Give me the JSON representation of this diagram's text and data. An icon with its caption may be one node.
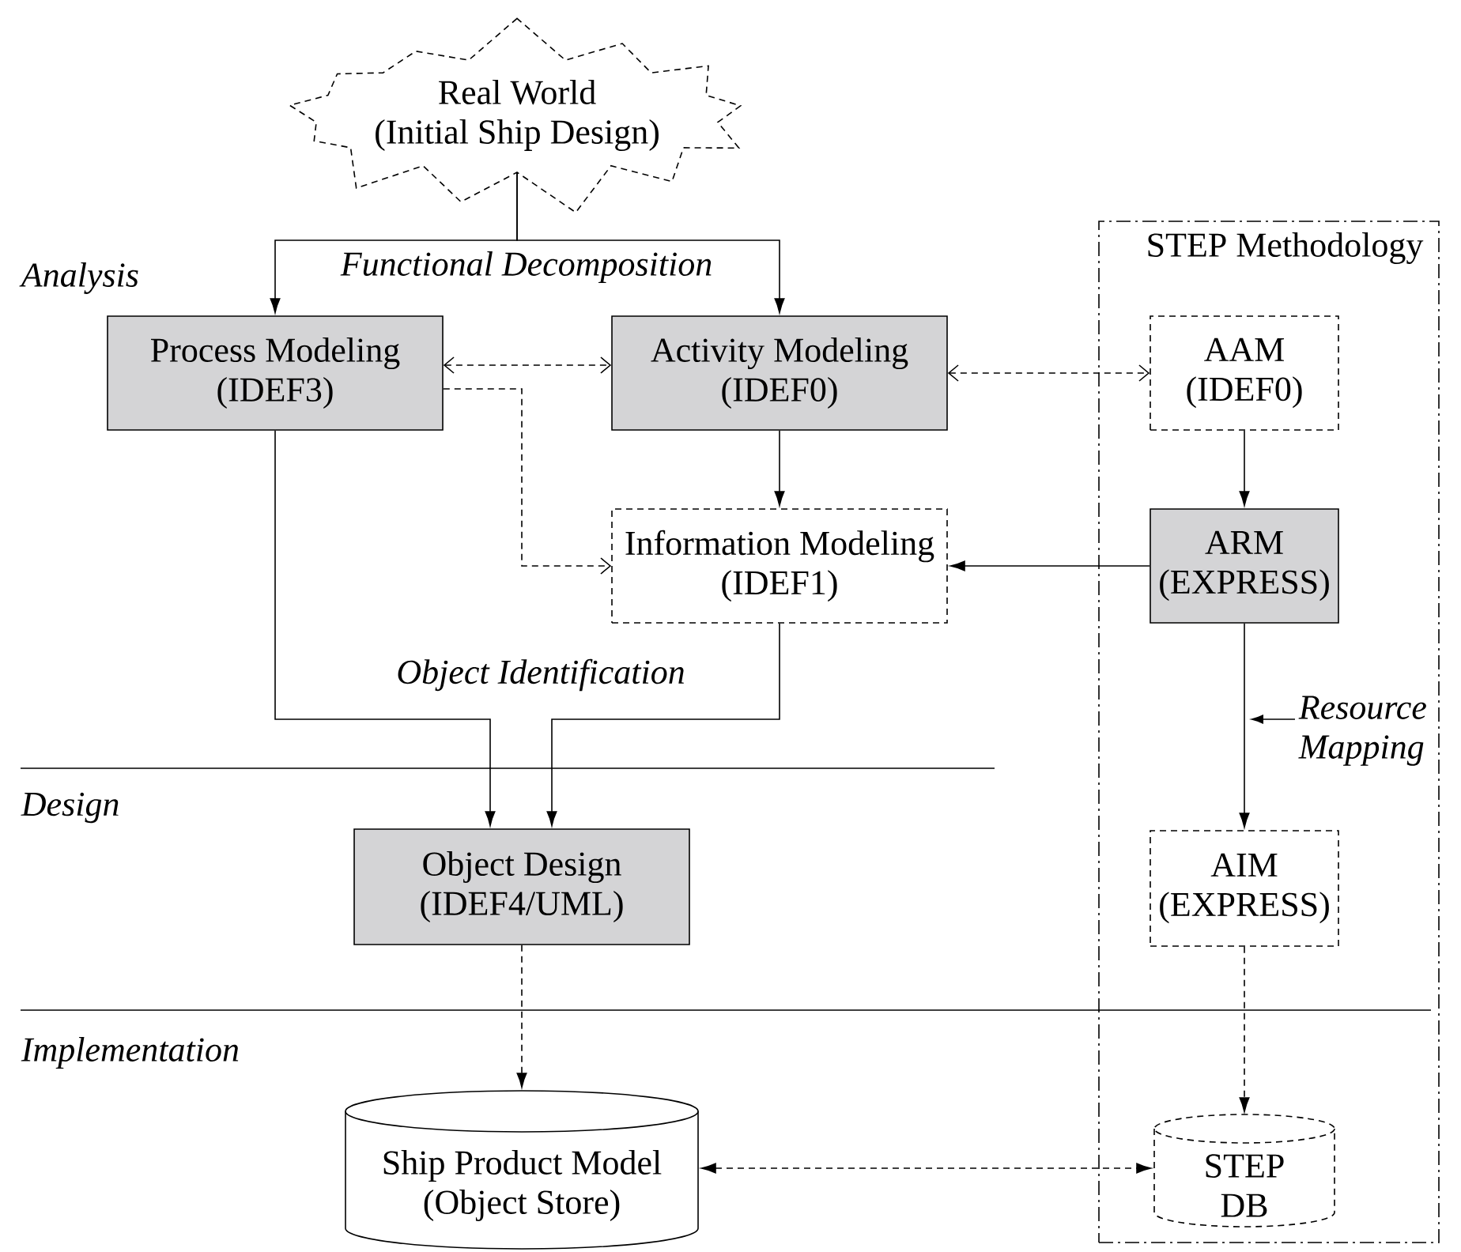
{
  "diagram": {
    "nodes": [
      {
        "text": [
          "Real World",
          "(Initial Ship Design)"
        ]
      },
      {
        "text": [
          "Process Modeling",
          "(IDEF3)"
        ]
      },
      {
        "text": [
          "Activity Modeling",
          "(IDEF0)"
        ]
      },
      {
        "text": [
          "STEP Methodology"
        ]
      },
      {
        "text": [
          "AAM",
          "(IDEF0)"
        ],
        "in": 3
      },
      {
        "text": [
          "Information Modeling",
          "(IDEF1)"
        ]
      },
      {
        "text": [
          "ARM",
          "(EXPRESS)"
        ],
        "in": 3
      },
      {
        "text": [
          "Object Design",
          "(IDEF4/UML)"
        ]
      },
      {
        "text": [
          "AIM",
          "(EXPRESS)"
        ],
        "in": 3
      },
      {
        "text": [
          "Ship Product Model",
          "(Object Store)"
        ]
      },
      {
        "text": [
          "STEP DB"
        ],
        "in": 3
      }
    ],
    "edges": [
      {
        "from": 0,
        "to": 1,
        "arrow": "to"
      },
      {
        "from": 0,
        "to": 2,
        "arrow": "to"
      },
      {
        "from": 1,
        "to": 2,
        "arrow": "both",
        "style": "dashed"
      },
      {
        "from": 2,
        "to": 4,
        "arrow": "both",
        "style": "dashed"
      },
      {
        "from": 1,
        "to": 5,
        "arrow": "to",
        "style": "dashed"
      },
      {
        "from": 2,
        "to": 5,
        "arrow": "to"
      },
      {
        "from": 4,
        "to": 6,
        "arrow": "to"
      },
      {
        "from": 6,
        "to": 5,
        "arrow": "to"
      },
      {
        "from": 1,
        "to": 7,
        "arrow": "to"
      },
      {
        "from": 5,
        "to": 7,
        "arrow": "to"
      },
      {
        "from": 6,
        "to": 8,
        "arrow": "to",
        "label": "Resource Mapping"
      },
      {
        "from": 7,
        "to": 9,
        "arrow": "to",
        "style": "dashed"
      },
      {
        "from": 8,
        "to": 10,
        "arrow": "to",
        "style": "dashed"
      },
      {
        "from": 9,
        "to": 10,
        "arrow": "both",
        "style": "dashed"
      }
    ],
    "labels": [
      "Analysis",
      "Functional Decomposition",
      "Object Identification",
      "Design",
      "Implementation"
    ]
  }
}
